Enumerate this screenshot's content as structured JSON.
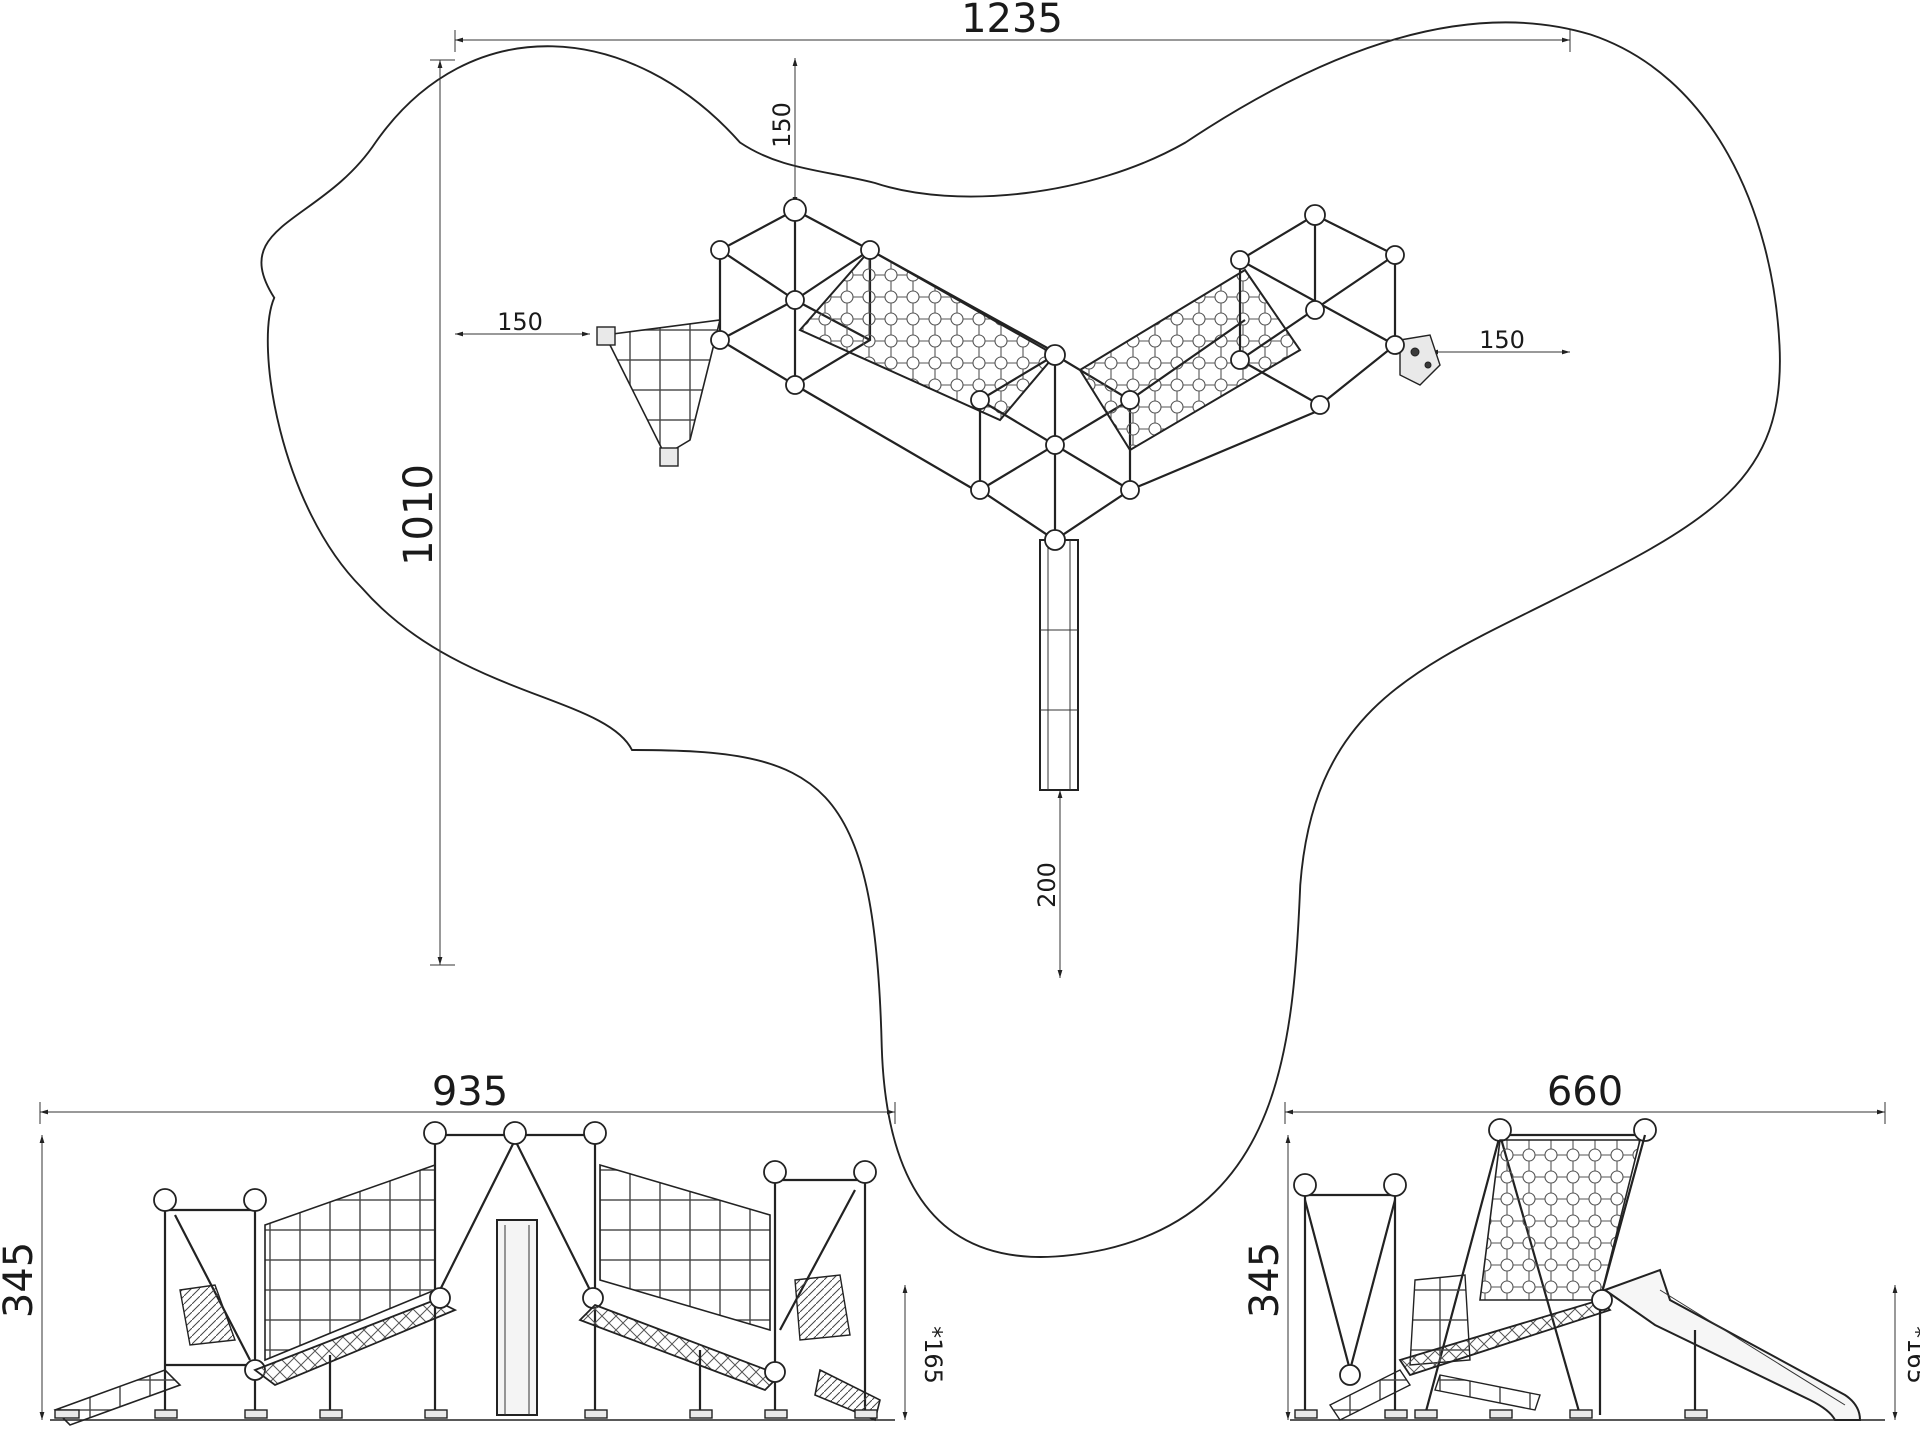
{
  "plan_view": {
    "overall_width": "1235",
    "overall_depth": "1010",
    "clearance_top": "150",
    "clearance_left": "150",
    "clearance_right": "150",
    "clearance_bottom": "200"
  },
  "front_view": {
    "width": "935",
    "height": "345",
    "platform_height": "*165"
  },
  "side_view": {
    "width": "660",
    "height": "345",
    "platform_height": "*165"
  },
  "colors": {
    "line": "#222222",
    "background": "#ffffff"
  }
}
